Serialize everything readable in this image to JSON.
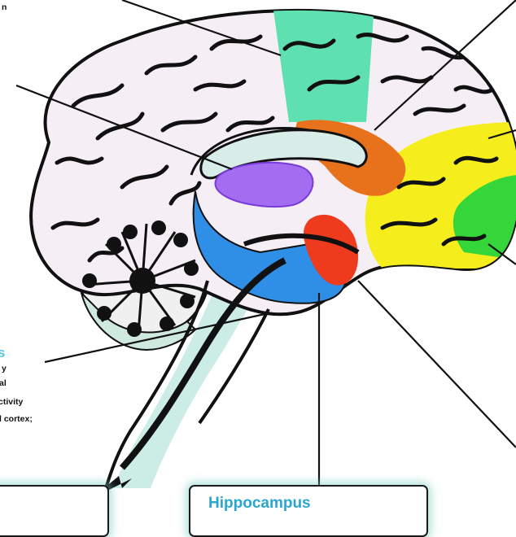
{
  "diagram": {
    "top_left_fragment": "n",
    "left_label_title_fragment": "s",
    "left_label_lines": [
      "y",
      "al",
      "ctivity",
      "l cortex;"
    ],
    "hippocampus_title": "Hippocampus"
  },
  "colors": {
    "brain_fill": "#f6eef5",
    "outline": "#111111",
    "motor_cortex": "#5fe0b0",
    "cingulate": "#e8721c",
    "prefrontal": "#f5ee1c",
    "orbitofrontal": "#34d63a",
    "thalamus": "#a46cf0",
    "hippocampus": "#2f8fe6",
    "amygdala": "#ee3a1d",
    "brainstem_glow": "#bfe9e0",
    "label_title": "#5bc7de",
    "hippocampus_title": "#2aa7cf"
  }
}
